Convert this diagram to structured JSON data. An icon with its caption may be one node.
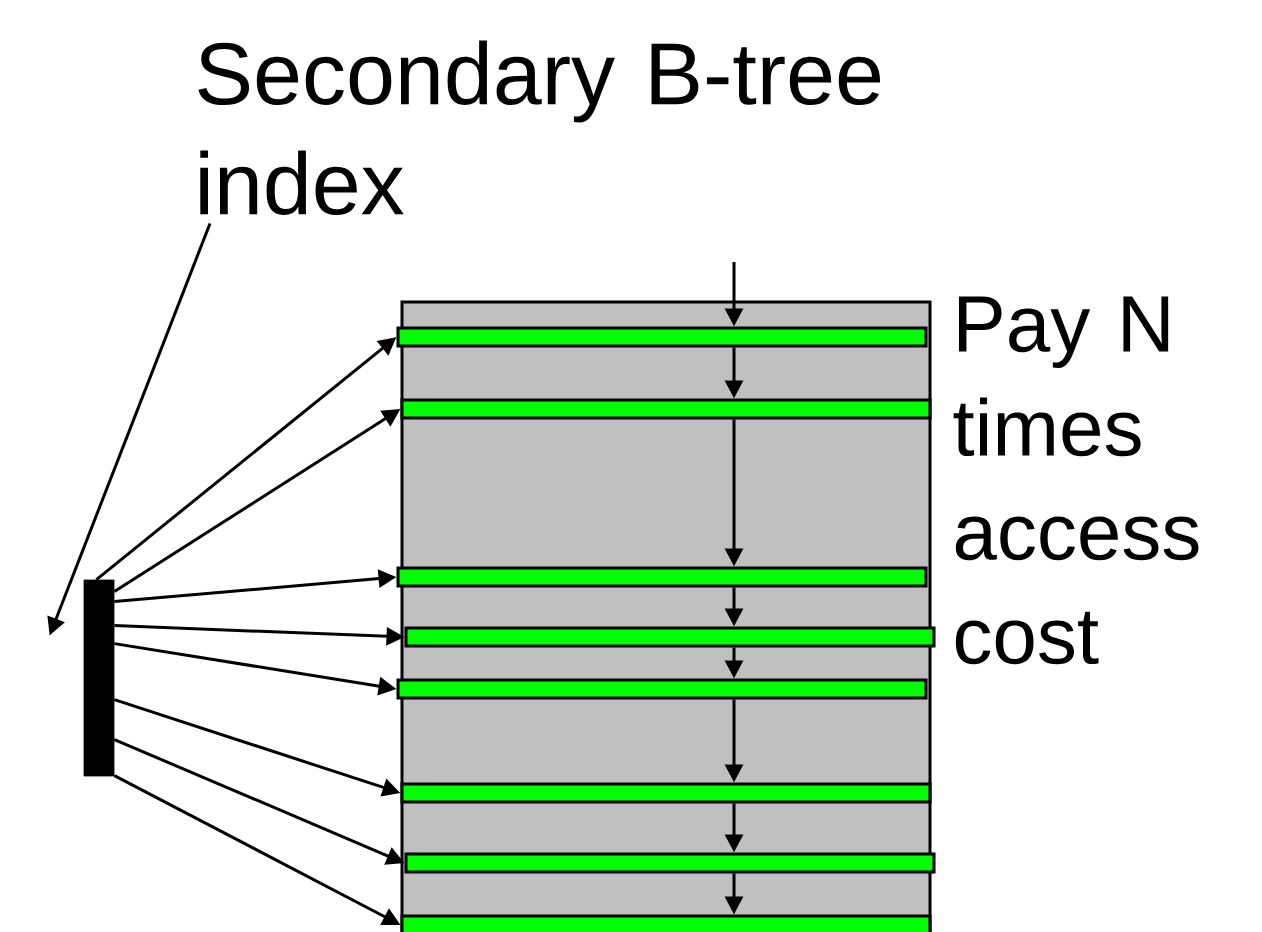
{
  "diagram": {
    "nodes": [
      {
        "text": [
          "Secondary B-tree index"
        ]
      },
      {
        "text": [],
        "shape": "bar"
      },
      {
        "text": [],
        "shape": "box"
      },
      {
        "text": [],
        "shape": "bar",
        "in": 2
      },
      {
        "text": [],
        "shape": "bar",
        "in": 2
      },
      {
        "text": [],
        "shape": "bar",
        "in": 2
      },
      {
        "text": [],
        "shape": "bar",
        "in": 2
      },
      {
        "text": [],
        "shape": "bar",
        "in": 2
      },
      {
        "text": [],
        "shape": "bar",
        "in": 2
      },
      {
        "text": [],
        "shape": "bar",
        "in": 2
      },
      {
        "text": [],
        "shape": "bar",
        "in": 2
      }
    ],
    "edges": [
      {
        "from": 0,
        "to": 1,
        "arrow": "to"
      },
      {
        "from": 1,
        "to": 3,
        "arrow": "to"
      },
      {
        "from": 1,
        "to": 4,
        "arrow": "to"
      },
      {
        "from": 1,
        "to": 5,
        "arrow": "to"
      },
      {
        "from": 1,
        "to": 6,
        "arrow": "to"
      },
      {
        "from": 1,
        "to": 7,
        "arrow": "to"
      },
      {
        "from": 1,
        "to": 8,
        "arrow": "to"
      },
      {
        "from": 1,
        "to": 9,
        "arrow": "to"
      },
      {
        "from": 1,
        "to": 10,
        "arrow": "to"
      },
      {
        "from": null,
        "to": 3,
        "arrow": "to"
      },
      {
        "from": 3,
        "to": 4,
        "arrow": "to"
      },
      {
        "from": 4,
        "to": 5,
        "arrow": "to"
      },
      {
        "from": 5,
        "to": 6,
        "arrow": "to"
      },
      {
        "from": 6,
        "to": 7,
        "arrow": "to"
      },
      {
        "from": 7,
        "to": 8,
        "arrow": "to"
      },
      {
        "from": 8,
        "to": 9,
        "arrow": "to"
      },
      {
        "from": 9,
        "to": 10,
        "arrow": "to"
      }
    ],
    "labels": [
      "Pay N times access cost"
    ]
  }
}
